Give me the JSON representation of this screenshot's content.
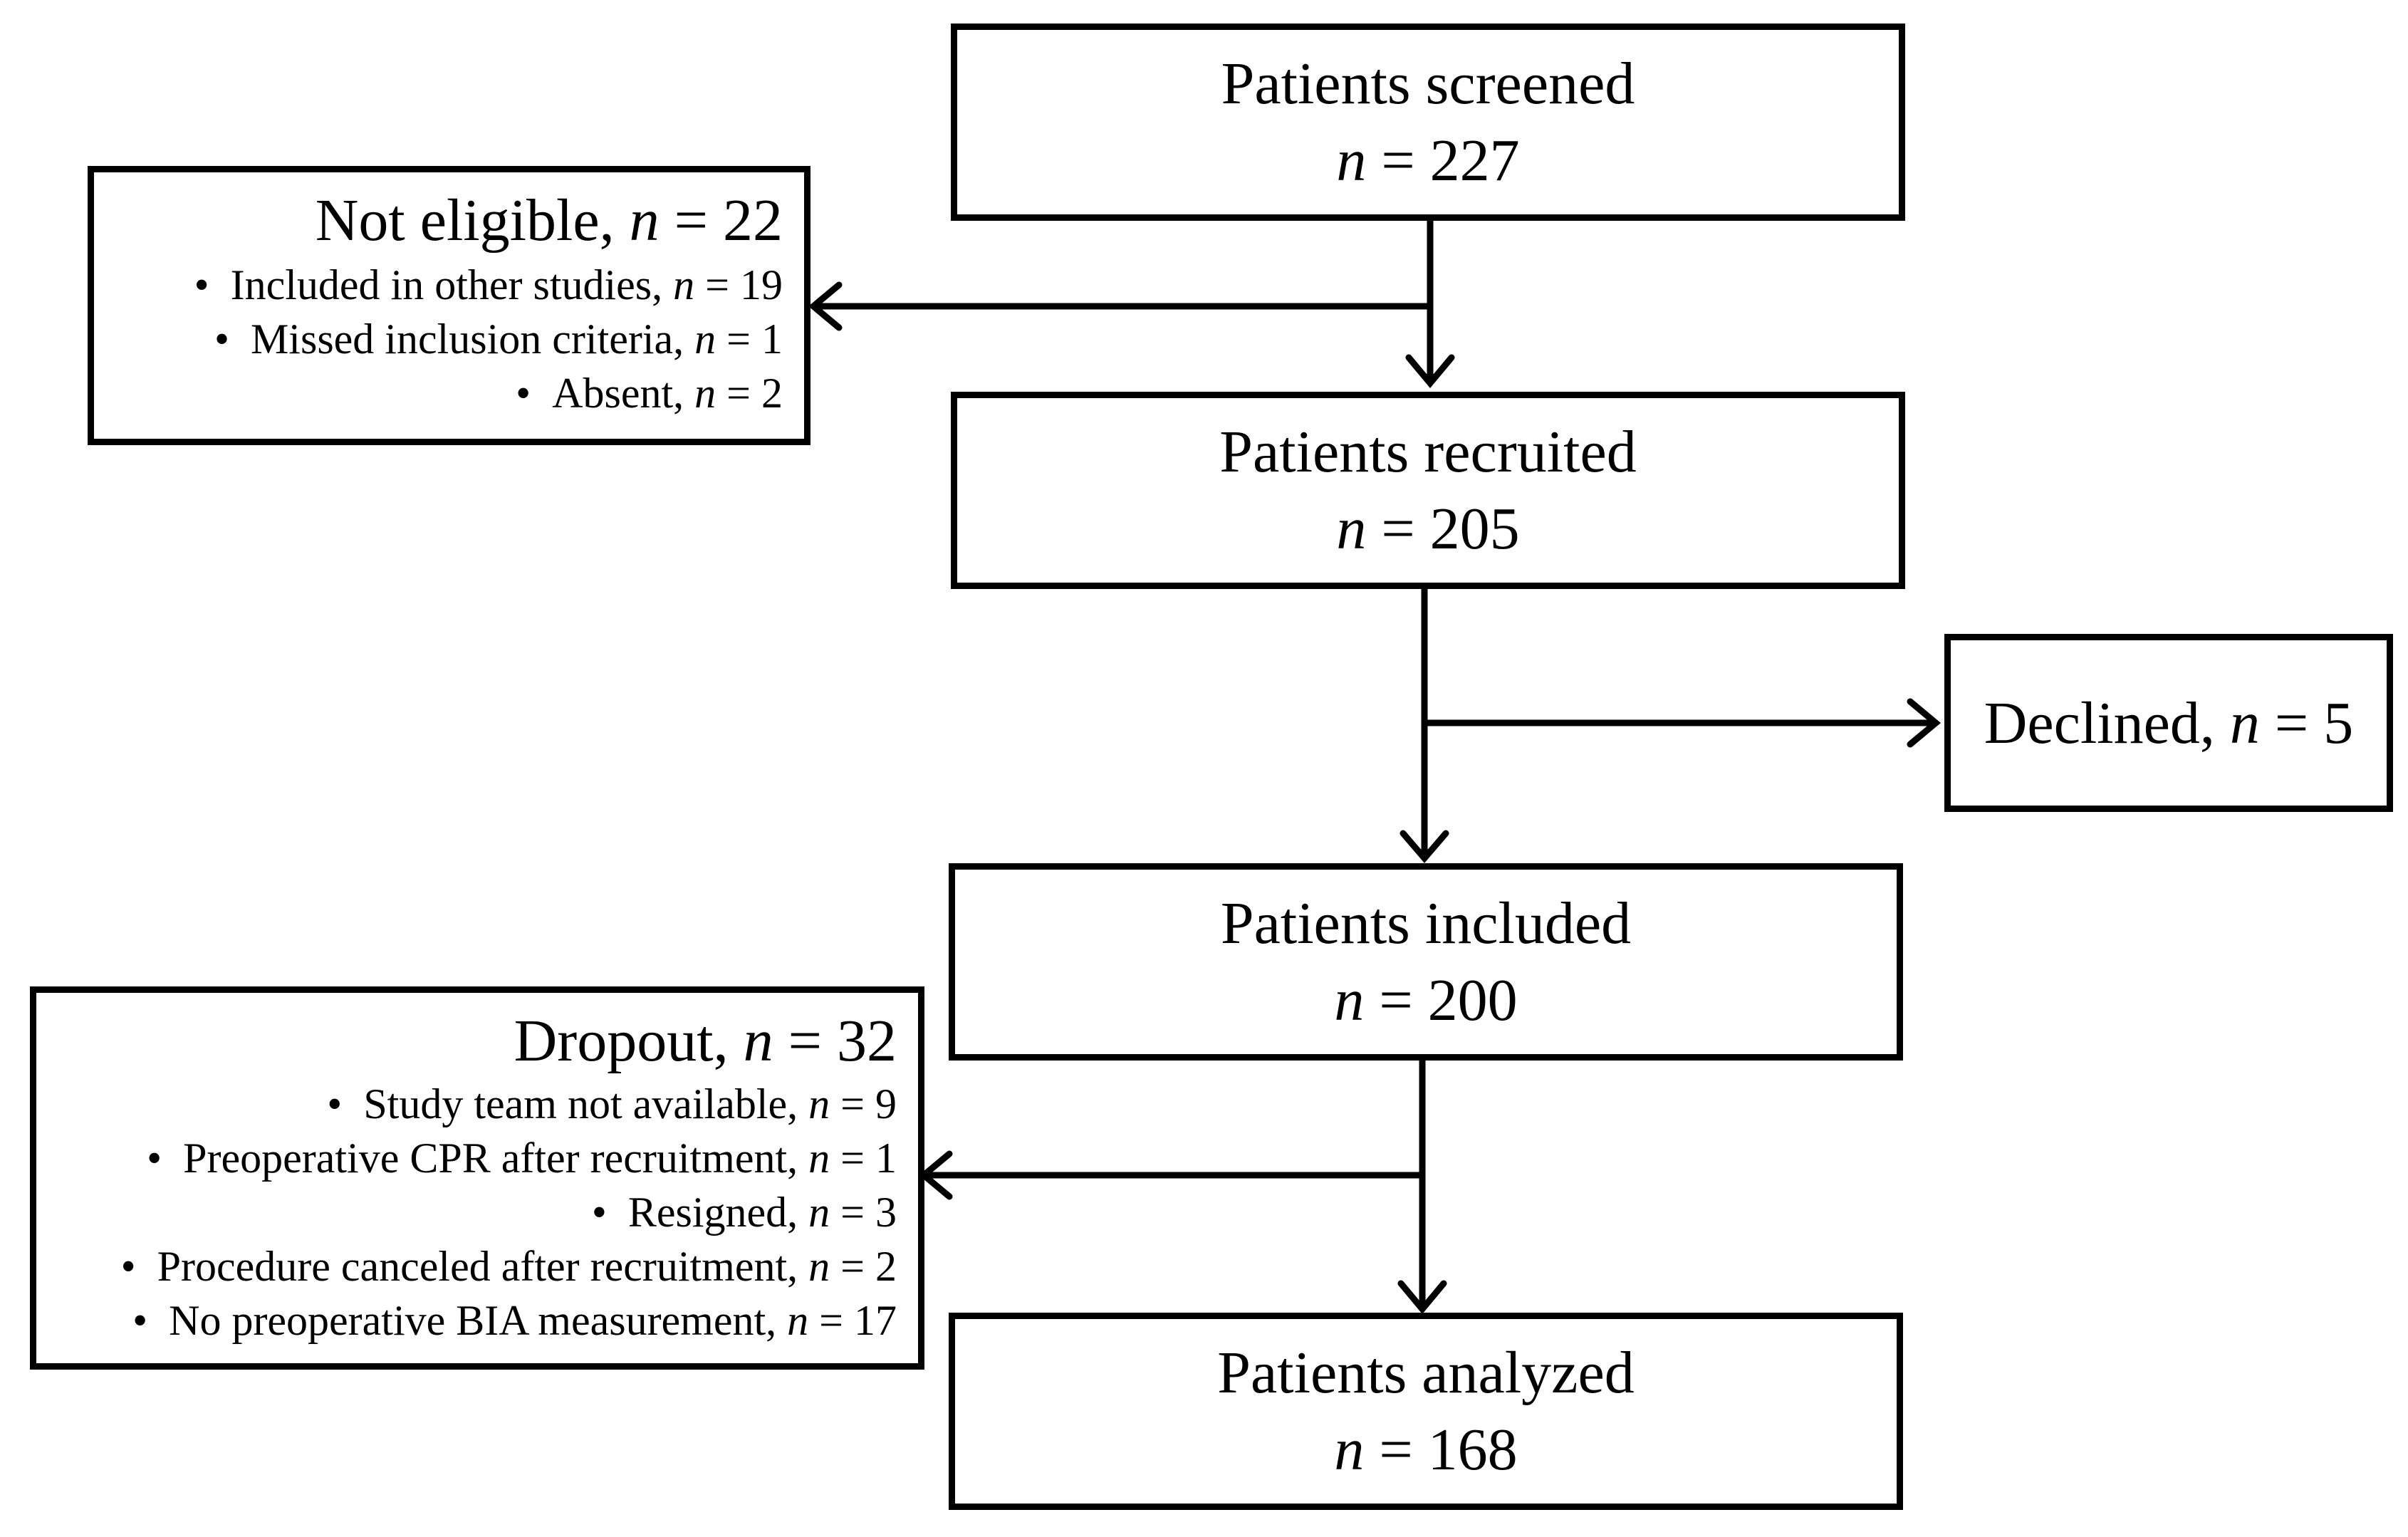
{
  "flow": {
    "screened": {
      "label": "Patients screened",
      "n_prefix": "n",
      "n_value": "= 227"
    },
    "recruited": {
      "label": "Patients recruited",
      "n_prefix": "n",
      "n_value": "= 205"
    },
    "included": {
      "label": "Patients included",
      "n_prefix": "n",
      "n_value": "= 200"
    },
    "analyzed": {
      "label": "Patients analyzed",
      "n_prefix": "n",
      "n_value": "= 168"
    }
  },
  "declined": {
    "label": "Declined,",
    "n_prefix": "n",
    "n_value": "= 5"
  },
  "not_eligible": {
    "label": "Not eligible,",
    "n_prefix": "n",
    "n_value": "= 22",
    "bullet": "•",
    "items": [
      {
        "text": "Included in other studies,",
        "n_prefix": "n",
        "n_value": "= 19"
      },
      {
        "text": "Missed inclusion criteria,",
        "n_prefix": "n",
        "n_value": "= 1"
      },
      {
        "text": "Absent,",
        "n_prefix": "n",
        "n_value": "= 2"
      }
    ]
  },
  "dropout": {
    "label": "Dropout,",
    "n_prefix": "n",
    "n_value": "= 32",
    "bullet": "•",
    "items": [
      {
        "text": "Study team not available,",
        "n_prefix": "n",
        "n_value": "= 9"
      },
      {
        "text": "Preoperative CPR after recruitment,",
        "n_prefix": "n",
        "n_value": "= 1"
      },
      {
        "text": "Resigned,",
        "n_prefix": "n",
        "n_value": "= 3"
      },
      {
        "text": "Procedure canceled after recruitment,",
        "n_prefix": "n",
        "n_value": "= 2"
      },
      {
        "text": "No preoperative BIA measurement,",
        "n_prefix": "n",
        "n_value": "= 17"
      }
    ]
  }
}
